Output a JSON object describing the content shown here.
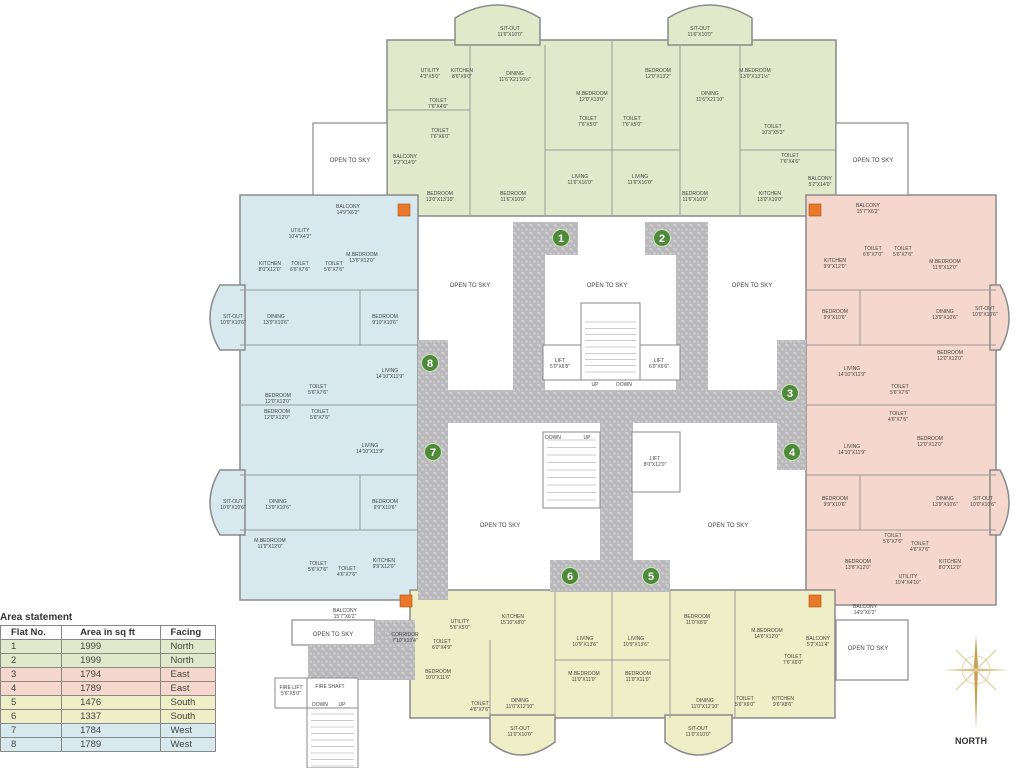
{
  "colors": {
    "north": "#e0e9c9",
    "east": "#f5d7cd",
    "south": "#eeeec7",
    "west": "#d7e8ee",
    "corridor": "#b9b9bb",
    "badge": "#4e8a3a",
    "wall": "#8a8a8a",
    "shaft": "#e8782a"
  },
  "area_statement": {
    "title": "Area statement",
    "headers": [
      "Flat No.",
      "Area in sq ft",
      "Facing"
    ],
    "rows": [
      {
        "flat": "1",
        "area": "1999",
        "facing": "North",
        "color": "#e0e9c9"
      },
      {
        "flat": "2",
        "area": "1999",
        "facing": "North",
        "color": "#e0e9c9"
      },
      {
        "flat": "3",
        "area": "1794",
        "facing": "East",
        "color": "#f5d7cd"
      },
      {
        "flat": "4",
        "area": "1789",
        "facing": "East",
        "color": "#f5d7cd"
      },
      {
        "flat": "5",
        "area": "1476",
        "facing": "South",
        "color": "#eeeec7"
      },
      {
        "flat": "6",
        "area": "1337",
        "facing": "South",
        "color": "#eeeec7"
      },
      {
        "flat": "7",
        "area": "1784",
        "facing": "West",
        "color": "#d7e8ee"
      },
      {
        "flat": "8",
        "area": "1789",
        "facing": "West",
        "color": "#d7e8ee"
      }
    ]
  },
  "compass_label": "NORTH",
  "flat_badges": [
    "1",
    "2",
    "3",
    "4",
    "5",
    "6",
    "7",
    "8"
  ],
  "open_to_sky": "OPEN TO SKY",
  "rooms": {
    "north": [
      {
        "n": "SIT-OUT",
        "d": "11'6\"X10'0\""
      },
      {
        "n": "SIT-OUT",
        "d": "11'6\"X10'0\""
      },
      {
        "n": "UTILITY",
        "d": "4'3\"X5'0\""
      },
      {
        "n": "KITCHEN",
        "d": "8'6\"X9'0\""
      },
      {
        "n": "DINING",
        "d": "11'6\"X21'10½\""
      },
      {
        "n": "M.BEDROOM",
        "d": "12'0\"X13'0\""
      },
      {
        "n": "BEDROOM",
        "d": "12'0\"X13'2\""
      },
      {
        "n": "DINING",
        "d": "11'6\"X21'10\""
      },
      {
        "n": "M.BEDROOM",
        "d": "13'0\"X13'1½\""
      },
      {
        "n": "TOILET",
        "d": "7'6\"X4'6\""
      },
      {
        "n": "TOILET",
        "d": "7'6\"X6'0\""
      },
      {
        "n": "TOILET",
        "d": "7'6\"X5'0\""
      },
      {
        "n": "TOILET",
        "d": "7'6\"X5'0\""
      },
      {
        "n": "TOILET",
        "d": "10'3\"X5'3\""
      },
      {
        "n": "TOILET",
        "d": "7'6\"X4'6\""
      },
      {
        "n": "BALCONY",
        "d": "5'2\"X14'0\""
      },
      {
        "n": "BEDROOM",
        "d": "13'0\"X13'10\""
      },
      {
        "n": "BEDROOM",
        "d": "11'6\"X10'0\""
      },
      {
        "n": "LIVING",
        "d": "11'6\"X16'0\""
      },
      {
        "n": "LIVING",
        "d": "11'6\"X16'0\""
      },
      {
        "n": "BEDROOM",
        "d": "11'6\"X10'0\""
      },
      {
        "n": "KITCHEN",
        "d": "13'0\"X10'0\""
      },
      {
        "n": "BALCONY",
        "d": "5'2\"X14'0\""
      }
    ],
    "west": [
      {
        "n": "BALCONY",
        "d": "14'9\"X6'2\""
      },
      {
        "n": "UTILITY",
        "d": "10'4\"X4'2\""
      },
      {
        "n": "KITCHEN",
        "d": "8'0\"X12'0\""
      },
      {
        "n": "TOILET",
        "d": "6'6\"X7'6\""
      },
      {
        "n": "TOILET",
        "d": "5'6\"X7'6\""
      },
      {
        "n": "M.BEDROOM",
        "d": "13'6\"X12'0\""
      },
      {
        "n": "SIT-OUT",
        "d": "10'0\"X10'6\""
      },
      {
        "n": "DINING",
        "d": "13'9\"X10'6\""
      },
      {
        "n": "BEDROOM",
        "d": "9'10\"X10'6\""
      },
      {
        "n": "LIVING",
        "d": "14'10\"X11'9\""
      },
      {
        "n": "TOILET",
        "d": "5'6\"X7'6\""
      },
      {
        "n": "BEDROOM",
        "d": "12'0\"X12'0\""
      },
      {
        "n": "BEDROOM",
        "d": "12'0\"X12'0\""
      },
      {
        "n": "TOILET",
        "d": "5'6\"X7'6\""
      },
      {
        "n": "LIVING",
        "d": "14'10\"X11'9\""
      },
      {
        "n": "SIT-OUT",
        "d": "10'0\"X10'6\""
      },
      {
        "n": "DINING",
        "d": "13'9\"X10'6\""
      },
      {
        "n": "BEDROOM",
        "d": "9'9\"X10'6\""
      },
      {
        "n": "M.BEDROOM",
        "d": "11'9\"X12'0\""
      },
      {
        "n": "TOILET",
        "d": "5'6\"X7'6\""
      },
      {
        "n": "TOILET",
        "d": "4'6\"X7'6\""
      },
      {
        "n": "KITCHEN",
        "d": "9'9\"X12'0\""
      },
      {
        "n": "BALCONY",
        "d": "15'7\"X6'2\""
      }
    ],
    "east": [
      {
        "n": "BALCONY",
        "d": "15'7\"X6'2\""
      },
      {
        "n": "TOILET",
        "d": "6'6\"X7'0\""
      },
      {
        "n": "TOILET",
        "d": "5'6\"X7'6\""
      },
      {
        "n": "KITCHEN",
        "d": "9'9\"X12'0\""
      },
      {
        "n": "M.BEDROOM",
        "d": "11'9\"X12'0\""
      },
      {
        "n": "BEDROOM",
        "d": "9'9\"X10'6\""
      },
      {
        "n": "DINING",
        "d": "13'9\"X10'6\""
      },
      {
        "n": "SIT-OUT",
        "d": "10'0\"X10'6\""
      },
      {
        "n": "BEDROOM",
        "d": "12'0\"X12'0\""
      },
      {
        "n": "LIVING",
        "d": "14'10\"X11'9\""
      },
      {
        "n": "TOILET",
        "d": "5'6\"X7'6\""
      },
      {
        "n": "TOILET",
        "d": "4'6\"X7'6\""
      },
      {
        "n": "LIVING",
        "d": "14'10\"X11'9\""
      },
      {
        "n": "BEDROOM",
        "d": "12'0\"X12'0\""
      },
      {
        "n": "BEDROOM",
        "d": "9'9\"X10'6\""
      },
      {
        "n": "DINING",
        "d": "13'9\"X10'6\""
      },
      {
        "n": "SIT-OUT",
        "d": "10'0\"X10'6\""
      },
      {
        "n": "TOILET",
        "d": "5'6\"X7'6\""
      },
      {
        "n": "TOILET",
        "d": "4'6\"X7'6\""
      },
      {
        "n": "BEDROOM",
        "d": "13'6\"X12'0\""
      },
      {
        "n": "KITCHEN",
        "d": "8'0\"X12'0\""
      },
      {
        "n": "UTILITY",
        "d": "10'4\"X4'10\""
      },
      {
        "n": "BALCONY",
        "d": "14'9\"X6'2\""
      }
    ],
    "south": [
      {
        "n": "KITCHEN",
        "d": "15'10\"X8'0\""
      },
      {
        "n": "UTILITY",
        "d": "5'6\"X5'0\""
      },
      {
        "n": "TOILET",
        "d": "6'0\"X4'9\""
      },
      {
        "n": "BEDROOM",
        "d": "10'0\"X11'6\""
      },
      {
        "n": "LIVING",
        "d": "10'9\"X13'6\""
      },
      {
        "n": "LIVING",
        "d": "10'9\"X13'6\""
      },
      {
        "n": "BEDROOM",
        "d": "11'0\"X8'0\""
      },
      {
        "n": "M.BEDROOM",
        "d": "14'6\"X12'0\""
      },
      {
        "n": "BALCONY",
        "d": "5'2\"X11'4\""
      },
      {
        "n": "TOILET",
        "d": "7'6\"X6'0\""
      },
      {
        "n": "M.BEDROOM",
        "d": "11'0\"X11'0\""
      },
      {
        "n": "BEDROOM",
        "d": "11'0\"X11'0\""
      },
      {
        "n": "DINING",
        "d": "11'0\"X12'10\""
      },
      {
        "n": "DINING",
        "d": "11'0\"X12'10\""
      },
      {
        "n": "TOILET",
        "d": "5'6\"X6'0\""
      },
      {
        "n": "KITCHEN",
        "d": "9'6\"X8'6\""
      },
      {
        "n": "TOILET",
        "d": "4'6\"X7'6\""
      },
      {
        "n": "SIT-OUT",
        "d": "11'0\"X10'0\""
      },
      {
        "n": "SIT-OUT",
        "d": "11'0\"X10'0\""
      }
    ],
    "core": [
      {
        "n": "LIFT",
        "d": "5'0\"X6'8\""
      },
      {
        "n": "LIFT",
        "d": "6'9\"X6'6\""
      },
      {
        "n": "LIFT",
        "d": "8'0\"X12'0\""
      },
      {
        "n": "CORRIDOR",
        "d": "7'10\"X10'4\""
      },
      {
        "n": "FIRE LIFT",
        "d": "5'6\"X5'0\""
      },
      {
        "n": "FIRE SHAFT",
        "d": ""
      }
    ],
    "stair_labels": [
      "UP",
      "DOWN",
      "DOWN",
      "UP",
      "DOWN",
      "UP"
    ]
  }
}
